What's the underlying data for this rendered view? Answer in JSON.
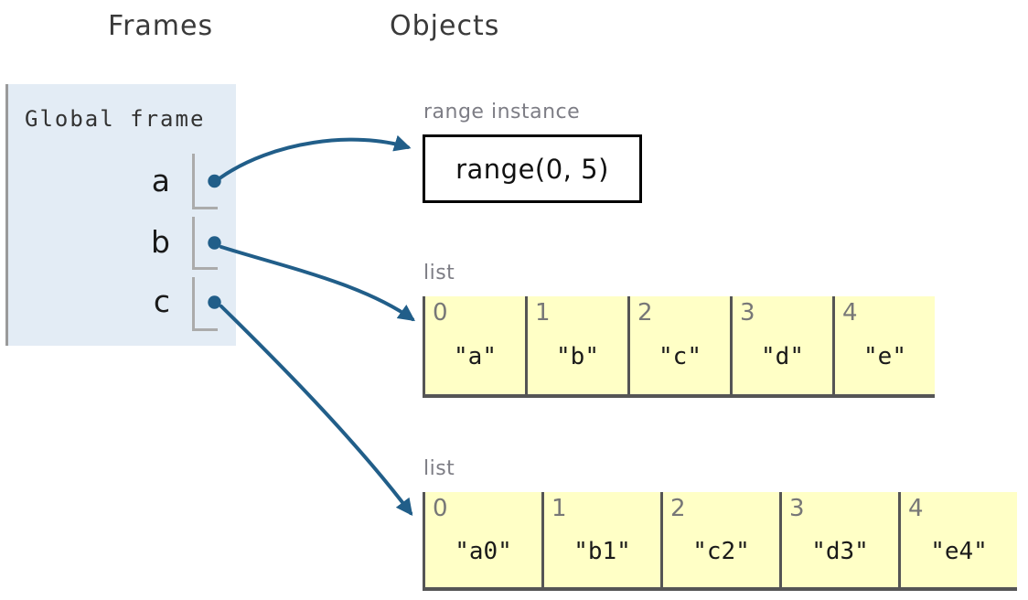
{
  "headings": {
    "frames": "Frames",
    "objects": "Objects"
  },
  "global_frame": {
    "title": "Global frame",
    "variables": [
      "a",
      "b",
      "c"
    ]
  },
  "objects": {
    "range_instance": {
      "type_label": "range instance",
      "value": "range(0, 5)"
    },
    "list_b": {
      "type_label": "list",
      "cells": [
        {
          "index": "0",
          "value": "\"a\""
        },
        {
          "index": "1",
          "value": "\"b\""
        },
        {
          "index": "2",
          "value": "\"c\""
        },
        {
          "index": "3",
          "value": "\"d\""
        },
        {
          "index": "4",
          "value": "\"e\""
        }
      ]
    },
    "list_c": {
      "type_label": "list",
      "cells": [
        {
          "index": "0",
          "value": "\"a0\""
        },
        {
          "index": "1",
          "value": "\"b1\""
        },
        {
          "index": "2",
          "value": "\"c2\""
        },
        {
          "index": "3",
          "value": "\"d3\""
        },
        {
          "index": "4",
          "value": "\"e4\""
        }
      ]
    }
  },
  "pointers": [
    {
      "from": "a",
      "to": "range instance"
    },
    {
      "from": "b",
      "to": "list (\"a\"..\"e\")"
    },
    {
      "from": "c",
      "to": "list (\"a0\"..\"e4\")"
    }
  ],
  "colors": {
    "arrow": "#215e89",
    "frame_bg": "#e3ecf5",
    "list_cell_bg": "#ffffc6",
    "cell_border": "#555555",
    "type_label": "#7d7d85"
  }
}
